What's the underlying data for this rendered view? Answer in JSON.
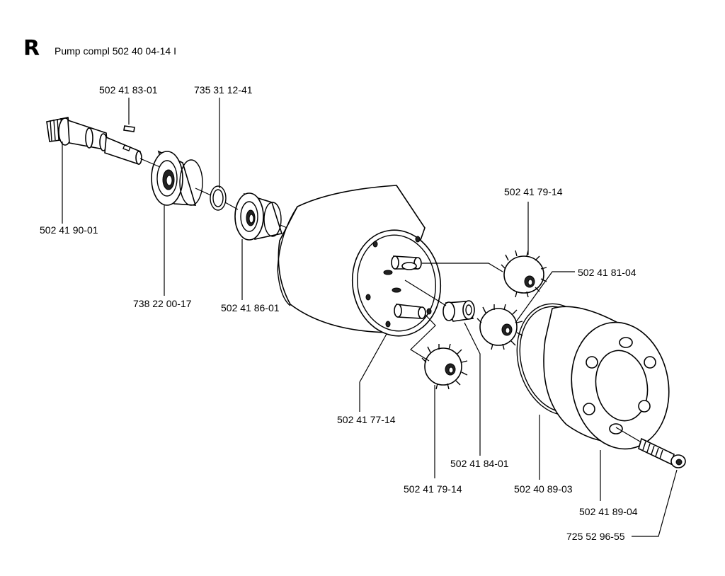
{
  "header": {
    "section_letter": "R",
    "title": "Pump  compl 502 40 04-14 I"
  },
  "part_labels": {
    "shaft": "502 41 90-01",
    "key": "502 41 83-01",
    "circlip": "735 31 12-41",
    "bearing_large": "738 22 00-17",
    "bearing_small": "502 41 86-01",
    "housing": "502 41 77-14",
    "gear_upper": "502 41 79-14",
    "gear_middle": "502 41 81-04",
    "bushing": "502 41 84-01",
    "gear_lower": "502 41 79-14",
    "o_ring": "502 40 89-03",
    "cover": "502 41 89-04",
    "screw": "725 52 96-55"
  }
}
